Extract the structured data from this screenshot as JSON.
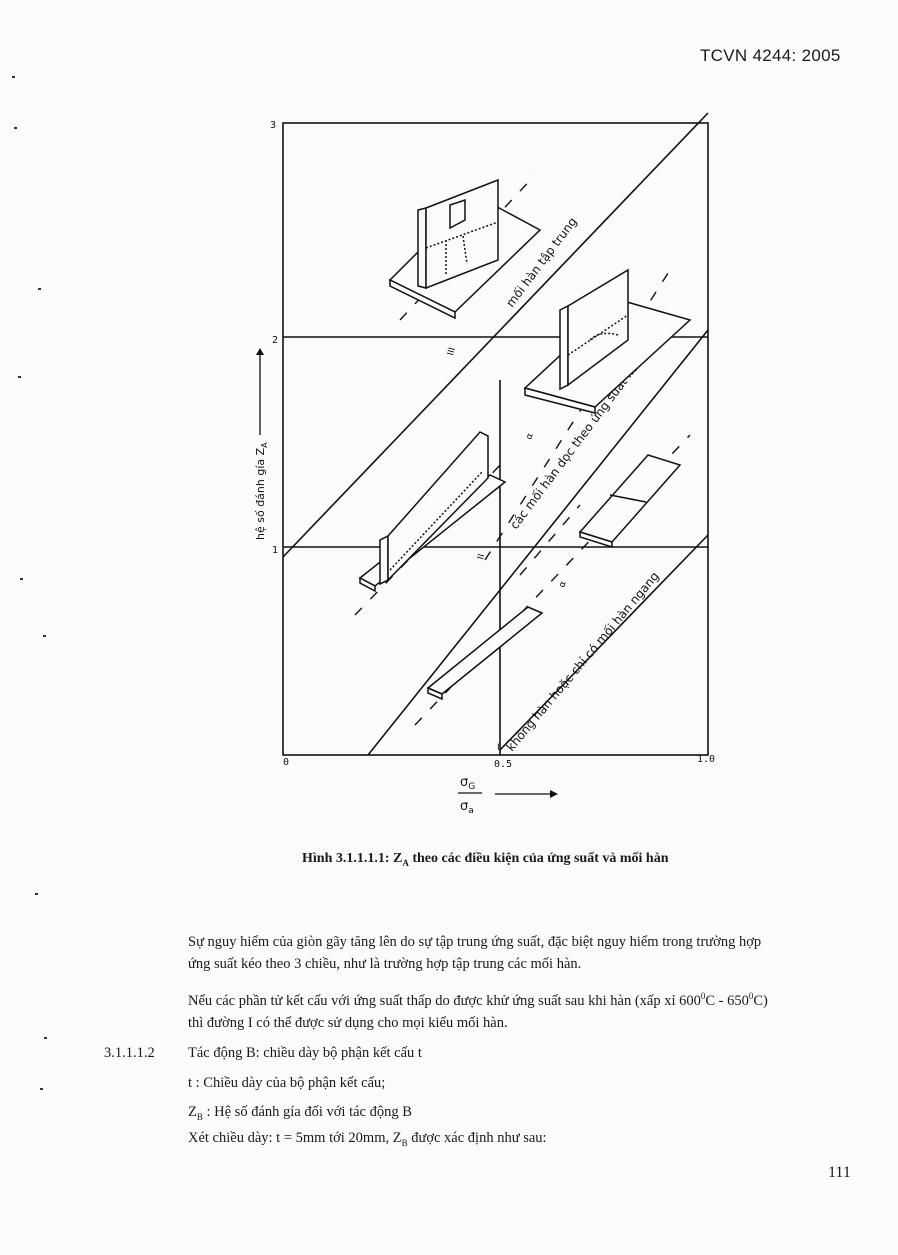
{
  "header": {
    "standard": "TCVN 4244: 2005"
  },
  "figure": {
    "y_axis_label": "hệ số đánh gía  Z",
    "y_axis_sub": "A",
    "y_ticks": [
      "0",
      "1",
      "2",
      "3"
    ],
    "x_ticks": [
      "0.5",
      "1.0"
    ],
    "x_label_num": "σ",
    "x_label_num_sub": "G",
    "x_label_den": "σ",
    "x_label_den_sub": "a",
    "band_labels": {
      "top": "mối hàn tập trung",
      "mid": "các mối hàn dọc theo ứng suất kéo",
      "low": "không hàn hoặc chỉ có mối hàn ngang"
    },
    "roman": {
      "iii": "III",
      "ii": "II",
      "i": "I"
    },
    "alpha": "α"
  },
  "caption": {
    "prefix": "Hình 3.1.1.1.1:  Z",
    "sub": "A",
    "rest": "  theo các điều kiện của ứng suất và mối hàn"
  },
  "body": {
    "p1_line1": "Sự nguy hiểm của giòn gãy tăng lên do sự tập trung ứng suất, đặc biệt nguy hiểm trong trường hợp",
    "p1_line2": "ứng suất kéo theo 3 chiều, như là trường hợp tập trung các mối hàn.",
    "p2_line1_a": "Nếu các phần tử kết cấu với ứng suất thấp do được khử ứng suất sau khi hàn (xấp xỉ 600",
    "p2_sup1": "0",
    "p2_line1_b": "C - 650",
    "p2_sup2": "0",
    "p2_line1_c": "C)",
    "p2_line2": "thì đường I có thể được sử dụng cho mọi kiểu mối hàn.",
    "section_number": "3.1.1.1.2",
    "section_title": "Tác động B: chiều dày bộ phận kết cấu t",
    "def_t": "t     : Chiều dày của bộ phận kết cấu;",
    "def_zb_sym": "Z",
    "def_zb_sub": "B",
    "def_zb_text": " : Hệ số đánh gía đối với tác động B",
    "last_a": "Xét chiều dày:  t = 5mm tới 20mm, Z",
    "last_sub": "B",
    "last_b": " được xác định như sau:"
  },
  "page_number": "111"
}
